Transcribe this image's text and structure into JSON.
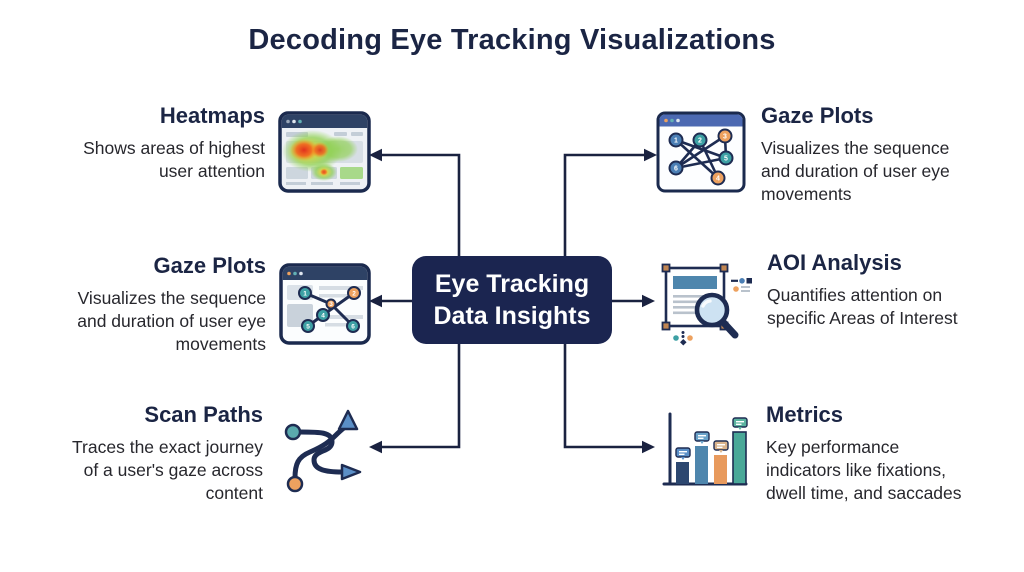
{
  "title": "Decoding Eye Tracking Visualizations",
  "center_node": {
    "label_line1": "Eye Tracking",
    "label_line2": "Data Insights"
  },
  "left_items": [
    {
      "heading": "Heatmaps",
      "description": "Shows areas of highest\nuser attention",
      "icon": "heatmap-browser-icon"
    },
    {
      "heading": "Gaze Plots",
      "description": "Visualizes the sequence\nand duration of user eye\nmovements",
      "icon": "gaze-plot-browser-icon"
    },
    {
      "heading": "Scan Paths",
      "description": "Traces the exact journey\nof a user's gaze across\ncontent",
      "icon": "scan-path-arrows-icon"
    }
  ],
  "right_items": [
    {
      "heading": "Gaze Plots",
      "description": "Visualizes the sequence\nand duration of user eye\nmovements",
      "icon": "gaze-network-browser-icon"
    },
    {
      "heading": "AOI Analysis",
      "description": "Quantifies attention on\nspecific Areas of Interest",
      "icon": "aoi-magnifier-document-icon"
    },
    {
      "heading": "Metrics",
      "description": "Key performance\nindicators like fixations,\ndwell time, and saccades",
      "icon": "bar-chart-tooltips-icon"
    }
  ],
  "icons": {
    "gaze_node_labels": [
      "1",
      "2",
      "3",
      "4",
      "5",
      "6"
    ]
  },
  "colors": {
    "background": "#ffffff",
    "heading_text": "#1b2544",
    "body_text": "#27272d",
    "center_box_fill": "#1b2550",
    "center_box_text": "#ffffff",
    "connector": "#1a2240",
    "teal": "#3da0a4",
    "orange": "#eda15f",
    "steel_blue": "#4e86ad",
    "window_bar_navy": "#2e4265",
    "window_bar_blue": "#4c69b2",
    "heatmap_red": "#e0301e",
    "heatmap_yellow": "#ffd93b",
    "heatmap_green": "#8fd14f"
  }
}
